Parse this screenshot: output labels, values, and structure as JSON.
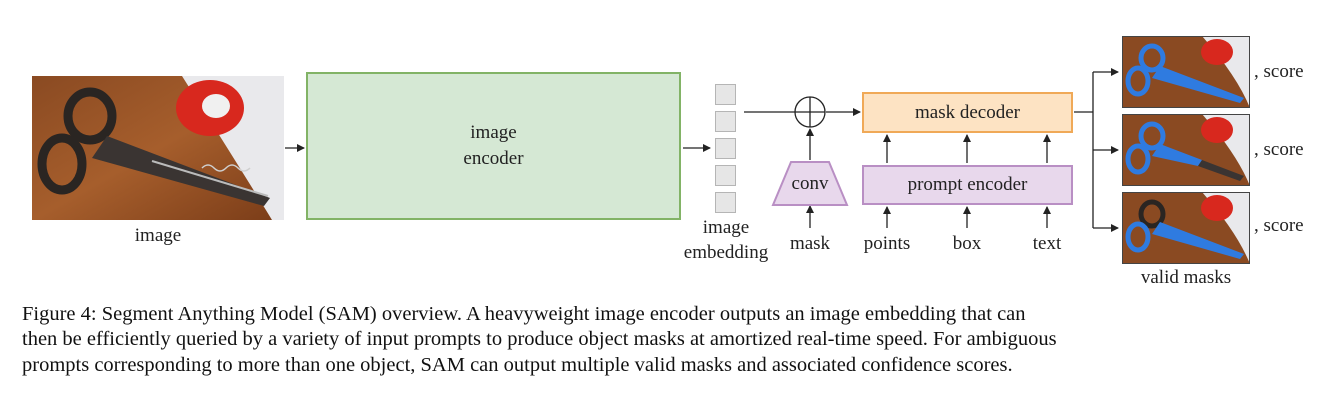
{
  "diagram": {
    "input_image_label": "image",
    "encoder_label_line1": "image",
    "encoder_label_line2": "encoder",
    "embedding_label_line1": "image",
    "embedding_label_line2": "embedding",
    "conv_label": "conv",
    "mask_label": "mask",
    "mask_decoder_label": "mask decoder",
    "prompt_encoder_label": "prompt encoder",
    "prompt_points_label": "points",
    "prompt_box_label": "box",
    "prompt_text_label": "text",
    "score_label": ", score",
    "valid_masks_label": "valid masks"
  },
  "caption": {
    "line1": "Figure 4: Segment Anything Model (SAM) overview.  A heavyweight image encoder outputs an image embedding that can",
    "line2": "then be efficiently queried by a variety of input prompts to produce object masks at amortized real-time speed. For ambiguous",
    "line3": "prompts corresponding to more than one object, SAM can output multiple valid masks and associated confidence scores."
  },
  "colors": {
    "encoder_fill": "#d5e8d4",
    "encoder_border": "#82b366",
    "decoder_fill": "#fde3c3",
    "decoder_border": "#f0a957",
    "prompt_fill": "#e8d8ec",
    "prompt_border": "#b98fc4",
    "mask_highlight": "#2f7be0"
  }
}
